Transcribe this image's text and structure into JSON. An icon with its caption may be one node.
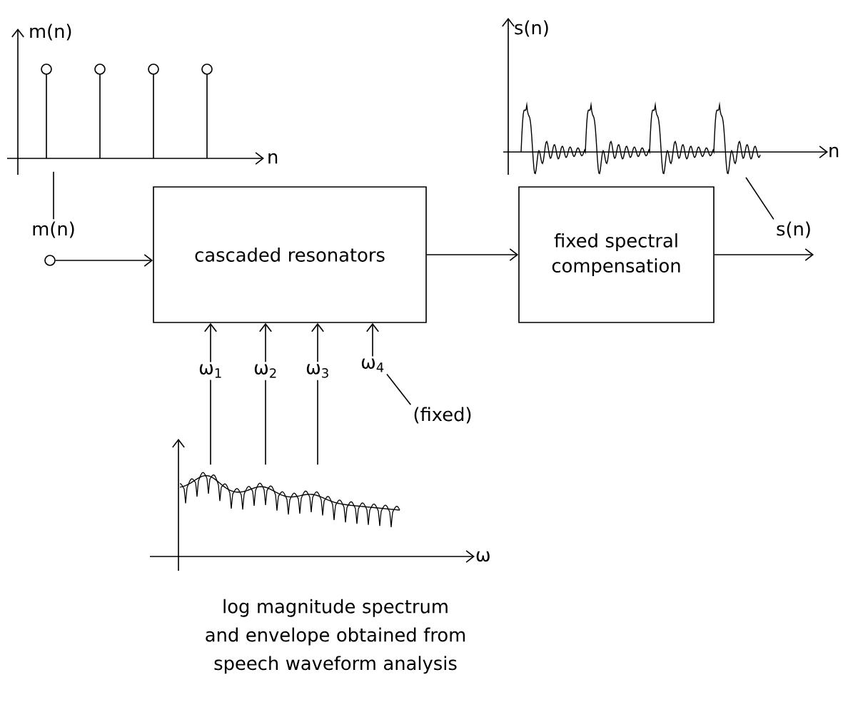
{
  "diagram": {
    "nodes": [
      {
        "text": [
          "m(n)"
        ],
        "beside": [
          "n"
        ]
      },
      {
        "text": [
          "s(n)"
        ],
        "beside": [
          "n"
        ]
      },
      {
        "text": [
          "m(n)"
        ]
      },
      {
        "text": [],
        "shape": "circle"
      },
      {
        "text": [
          "cascaded resonators"
        ]
      },
      {
        "text": [
          "fixed spectral compensation"
        ]
      },
      {
        "text": [
          "s(n)"
        ]
      },
      {
        "text": [
          "ω$_{1}$"
        ]
      },
      {
        "text": [
          "ω$_{2}$"
        ]
      },
      {
        "text": [
          "ω$_{3}$"
        ]
      },
      {
        "text": [
          "ω$_{4}$"
        ]
      },
      {
        "text": [
          "(fixed)"
        ]
      },
      {
        "text": [],
        "shape": "picture",
        "beside": [
          "ω",
          "log magnitude spectrum and envelope obtained from speech waveform analysis"
        ]
      }
    ],
    "edges": [
      {
        "from": 2,
        "to": 0,
        "arrow": "none"
      },
      {
        "from": 3,
        "to": 4,
        "arrow": "to"
      },
      {
        "from": 4,
        "to": 5,
        "arrow": "to"
      },
      {
        "from": 5,
        "to": 6,
        "arrow": "to"
      },
      {
        "from": 6,
        "to": 1,
        "arrow": "none"
      },
      {
        "from": 7,
        "to": 4,
        "arrow": "to"
      },
      {
        "from": 8,
        "to": 4,
        "arrow": "to"
      },
      {
        "from": 9,
        "to": 4,
        "arrow": "to"
      },
      {
        "from": 10,
        "to": 4,
        "arrow": "to"
      },
      {
        "from": 11,
        "to": 10,
        "arrow": "none"
      },
      {
        "from": 7,
        "to": 12,
        "arrow": "none"
      },
      {
        "from": 8,
        "to": 12,
        "arrow": "none"
      },
      {
        "from": 9,
        "to": 12,
        "arrow": "none"
      }
    ]
  }
}
